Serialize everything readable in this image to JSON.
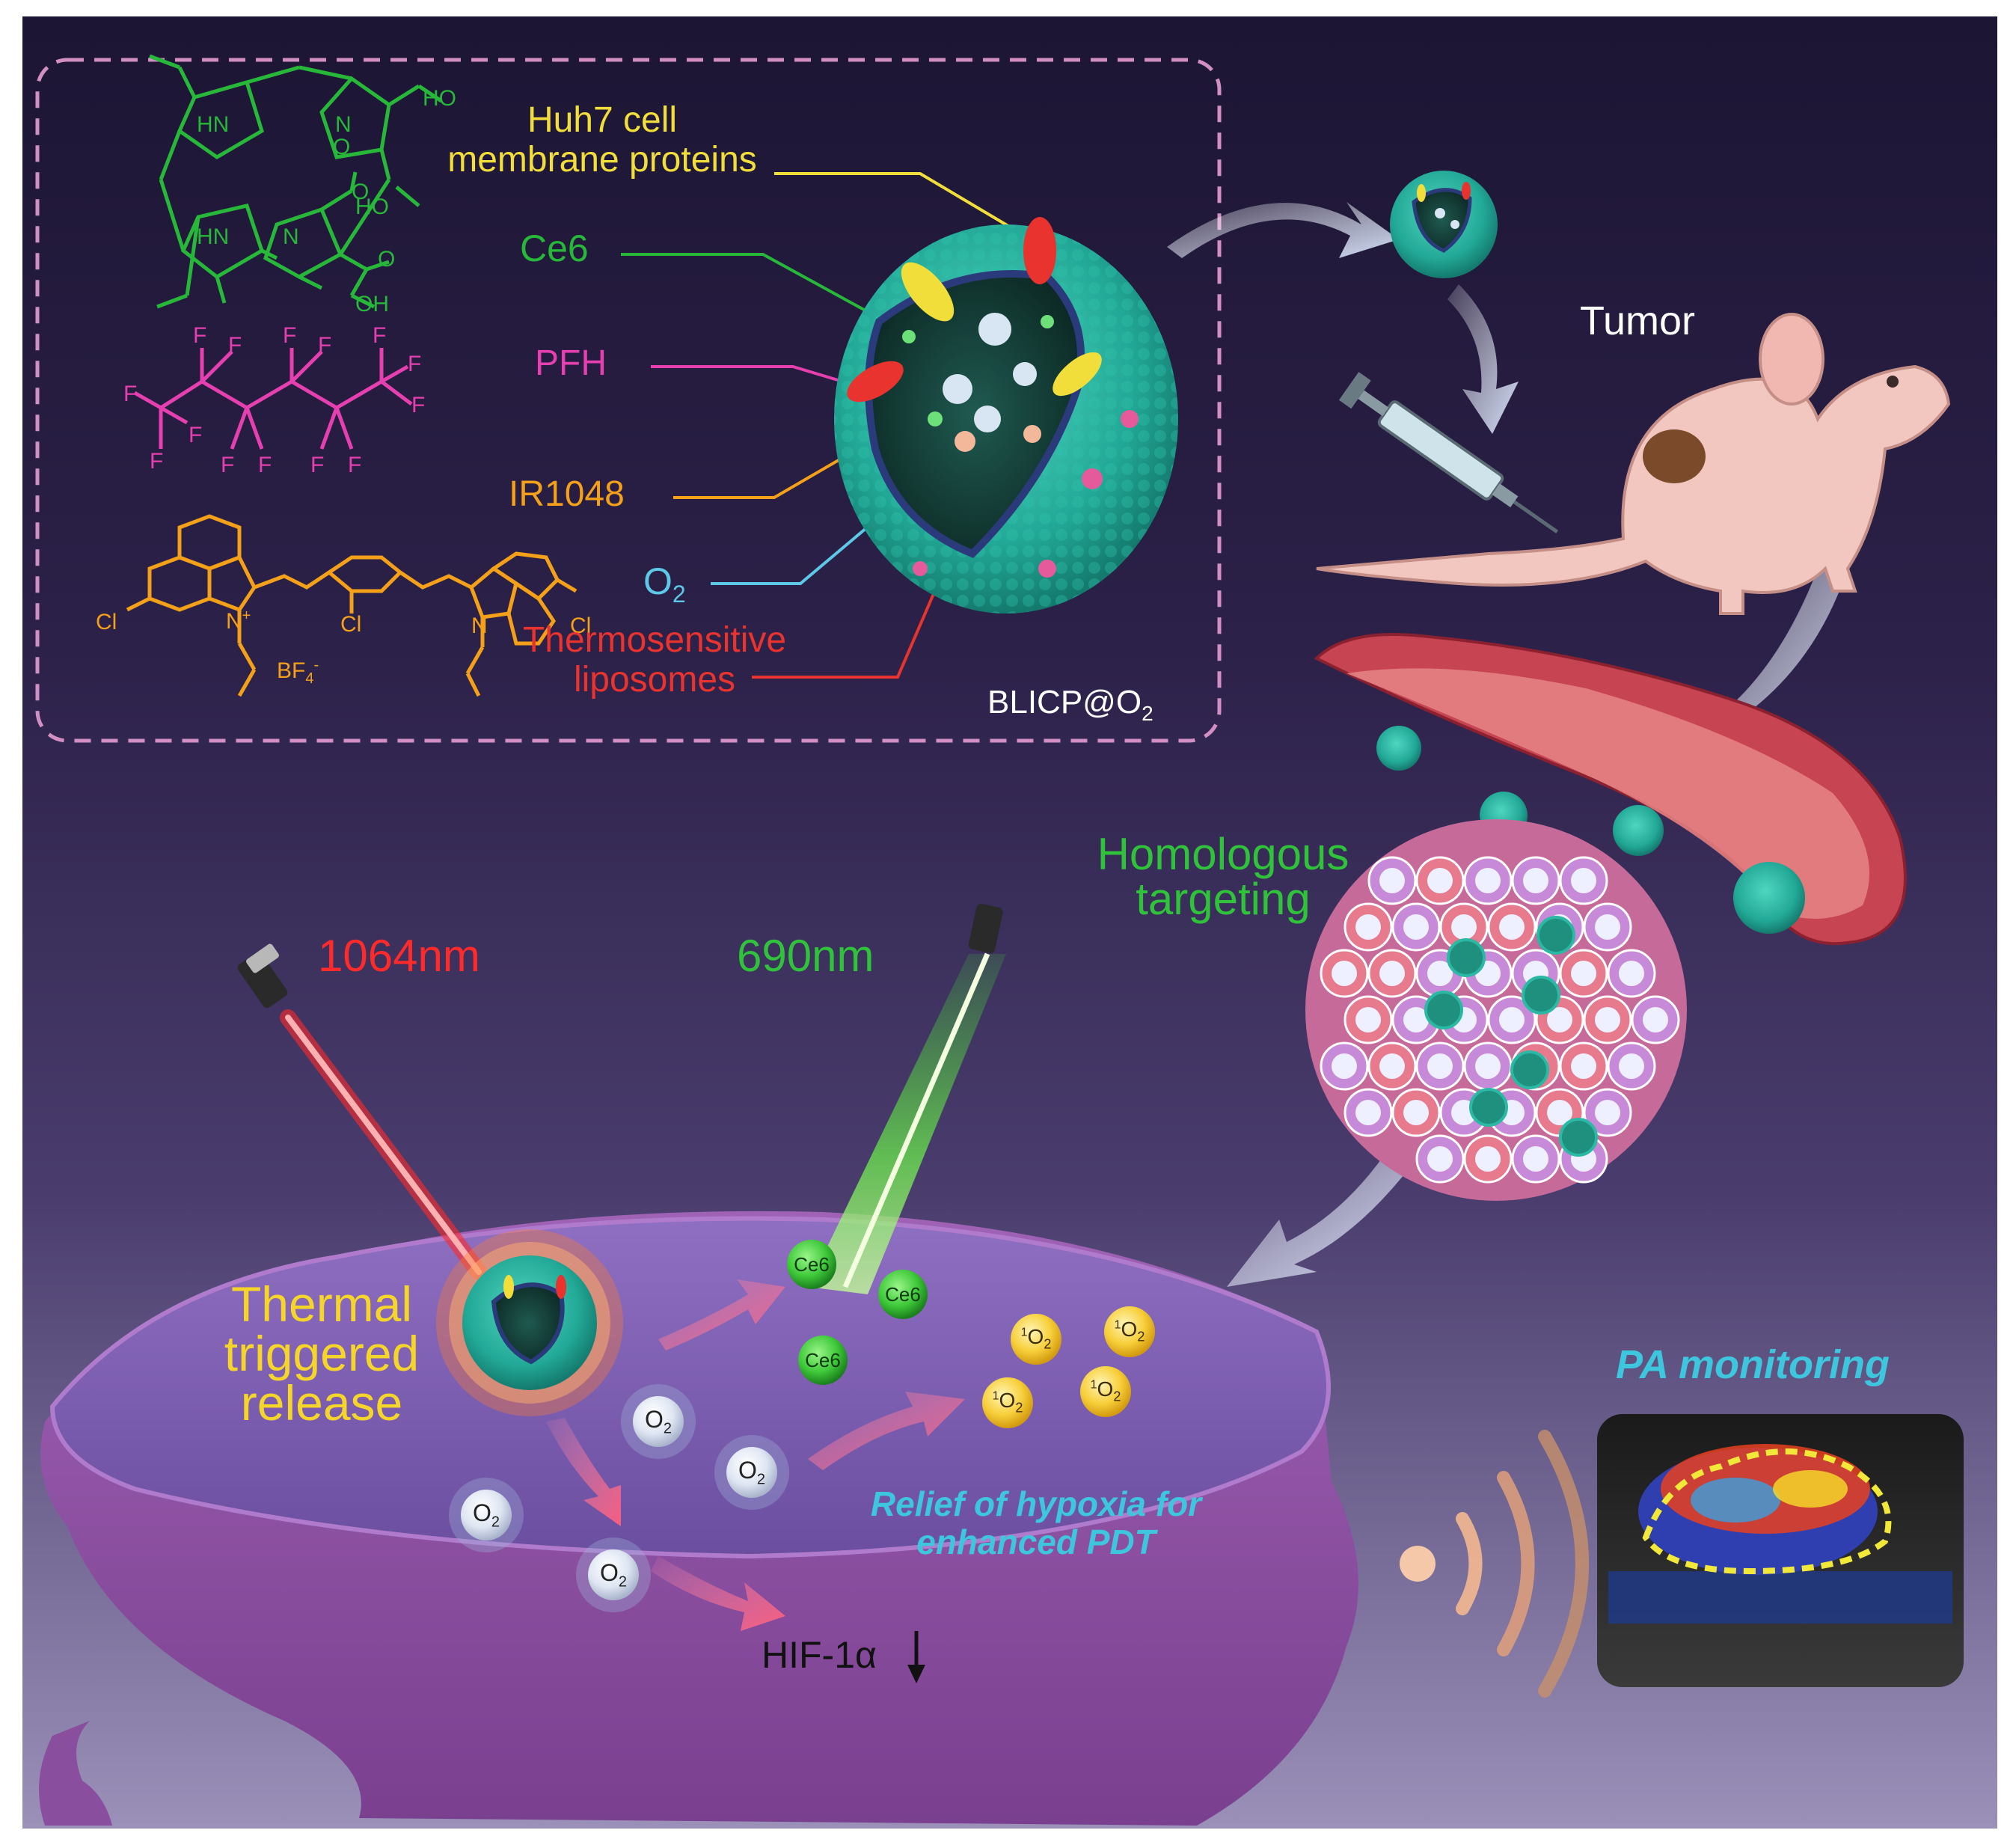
{
  "colors": {
    "bg_top": "#1f1737",
    "bg_mid": "#3a2c5a",
    "bg_bottom": "#8e82ad",
    "dashed_box": "#d28fc4",
    "ce6_green": "#27b83a",
    "pfh_magenta": "#e63fb0",
    "ir1048_orange": "#f4a019",
    "o2_cyan": "#5ec8e8",
    "liposome_red": "#e8332f",
    "huh7_yellow": "#f2de3a",
    "laser_red": "#ff2a2a",
    "laser_green": "#6cf04a",
    "cell_purple": "#8a4e9e",
    "cyan_text": "#3dc6dd",
    "nanoparticle_teal": "#2bb9a5"
  },
  "icons": [
    "syringe-icon",
    "mouse-icon",
    "laser-pointer-icon",
    "signal-waves-icon",
    "arrow-icon"
  ],
  "top_panel": {
    "label_huh7": "Huh7 cell\nmembrane proteins",
    "label_ce6": "Ce6",
    "label_pfh": "PFH",
    "label_ir1048": "IR1048",
    "label_o2_main": "O",
    "label_o2_sub": "2",
    "label_thermo": "Thermosensitive\nliposomes",
    "label_blicp_main": "BLICP@O",
    "label_blicp_sub": "2"
  },
  "structures": {
    "ce6": {
      "hn1": "HN",
      "n1": "N",
      "hn2": "HN",
      "n2": "N",
      "ho1": "HO",
      "o1": "O",
      "ho2": "HO",
      "o2": "O",
      "o3": "O",
      "oh": "OH"
    },
    "pfh": {
      "f": "F"
    },
    "ir1048": {
      "cl_left": "Cl",
      "n_plus": "N",
      "plus": "+",
      "cl_mid": "Cl",
      "n_right": "N",
      "cl_right": "Cl",
      "bf4": "BF",
      "bf4_sub": "4",
      "bf4_sup": "-"
    }
  },
  "right_flow": {
    "tumor_label": "Tumor",
    "homologous_label": "Homologous\ntargeting"
  },
  "bottom": {
    "laser_1064": "1064nm",
    "laser_690": "690nm",
    "thermal_label": "Thermal\ntriggered\nrelease",
    "ce6_bubble": "Ce6",
    "o2_bubble_main": "O",
    "o2_bubble_sub": "2",
    "singlet_sup": "1",
    "singlet_main": "O",
    "singlet_sub": "2",
    "relief_label": "Relief of hypoxia for\nenhanced PDT",
    "hif_label": "HIF-1α",
    "pa_label": "PA monitoring"
  }
}
